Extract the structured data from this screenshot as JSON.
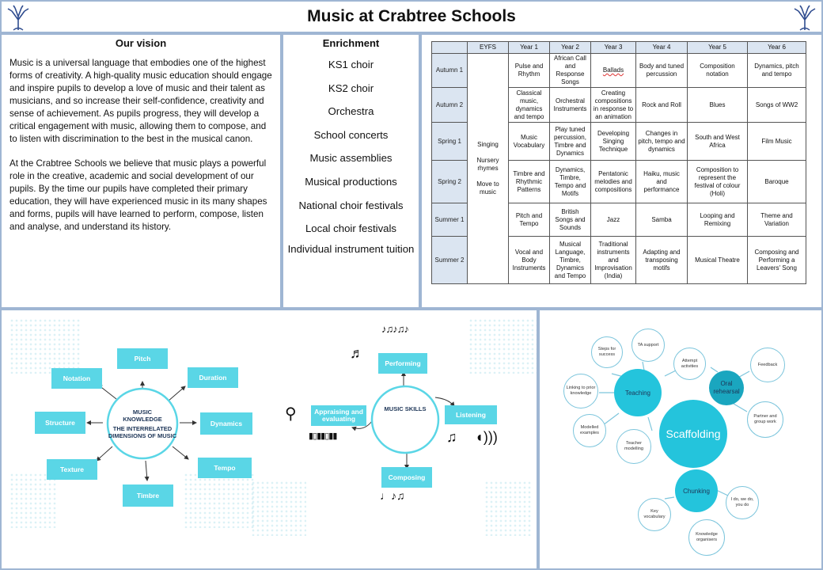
{
  "header": {
    "title": "Music at Crabtree Schools"
  },
  "vision": {
    "heading": "Our vision",
    "paragraph1": "Music is a universal language that embodies one of the highest forms of creativity.  A high-quality music education should engage and inspire pupils to develop a love of music and their talent as musicians, and so increase their self-confidence, creativity and sense of achievement.  As pupils progress, they will develop a critical engagement with music, allowing them to compose, and to  listen with discrimination to the  best in the musical canon.",
    "paragraph2": "At the Crabtree Schools we believe that music plays a powerful role in the creative, academic and social development  of our pupils.  By the time our pupils have completed their primary education, they will have experienced music in its many shapes and forms, pupils will have learned to perform, compose, listen and analyse, and understand its history."
  },
  "enrichment": {
    "heading": "Enrichment",
    "items": [
      "KS1 choir",
      "KS2 choir",
      "Orchestra",
      "School concerts",
      "Music assemblies",
      "Musical productions",
      "National choir festivals",
      "Local choir festivals",
      "Individual instrument tuition"
    ]
  },
  "curriculum": {
    "headers": [
      "",
      "EYFS",
      "Year 1",
      "Year 2",
      "Year 3",
      "Year 4",
      "Year 5",
      "Year 6"
    ],
    "eyfs": "Singing\n\nNursery rhymes\n\nMove to music",
    "rows": [
      {
        "term": "Autumn 1",
        "cells": [
          "Pulse and Rhythm",
          "African Call and Response Songs",
          "Ballads",
          "Body and tuned percussion",
          "Composition notation",
          "Dynamics, pitch and tempo"
        ]
      },
      {
        "term": "Autumn 2",
        "cells": [
          "Classical music, dynamics and tempo",
          "Orchestral Instruments",
          "Creating compositions in response to an animation",
          "Rock and Roll",
          "Blues",
          "Songs of WW2"
        ]
      },
      {
        "term": "Spring 1",
        "cells": [
          "Music Vocabulary",
          "Play tuned percussion, Timbre and Dynamics",
          "Developing Singing Technique",
          "Changes in pitch, tempo and dynamics",
          "South and West Africa",
          "Film Music"
        ]
      },
      {
        "term": "Spring 2",
        "cells": [
          "Timbre and Rhythmic Patterns",
          "Dynamics, Timbre, Tempo and Motifs",
          "Pentatonic melodies and compositions",
          "Haiku, music and performance",
          "Composition to represent the festival of colour (Holi)",
          "Baroque"
        ]
      },
      {
        "term": "Summer 1",
        "cells": [
          "Pitch and Tempo",
          "British Songs and Sounds",
          "Jazz",
          "Samba",
          "Looping and Remixing",
          "Theme and Variation"
        ]
      },
      {
        "term": "Summer 2",
        "cells": [
          "Vocal and Body Instruments",
          "Musical Language, Timbre, Dynamics and Tempo",
          "Traditional instruments and Improvisation (India)",
          "Adapting and transposing motifs",
          "Musical Theatre",
          "Composing and Performing a Leavers' Song"
        ]
      }
    ]
  },
  "dimensions": {
    "center_line1": "MUSIC KNOWLEDGE",
    "center_line2": "THE INTERRELATED DIMENSIONS OF MUSIC",
    "items": {
      "pitch": "Pitch",
      "duration": "Duration",
      "dynamics": "Dynamics",
      "tempo": "Tempo",
      "timbre": "Timbre",
      "texture": "Texture",
      "structure": "Structure",
      "notation": "Notation"
    }
  },
  "skills": {
    "center": "MUSIC SKILLS",
    "performing": "Performing",
    "listening": "Listening",
    "composing": "Composing",
    "appraising": "Appraising and evaluating"
  },
  "scaffolding": {
    "main": "Scaffolding",
    "teaching": "Teaching",
    "oral": "Oral rehearsal",
    "chunking": "Chunking",
    "satellites": {
      "steps": "Steps for success",
      "ta": "TA support",
      "attempt": "Attempt activities",
      "feedback": "Feedback",
      "linking": "Linking to prior knowledge",
      "partner": "Partner and group work",
      "modelled": "Modelled examples",
      "teacher": "Teacher modelling",
      "ido": "I do, we do, you do",
      "keyvocab": "Key vocabulary",
      "organisers": "Knowledge organisers"
    }
  },
  "colors": {
    "accent": "#5ad6e6",
    "border": "#9fb6d3",
    "scaffold_main": "#1fc4dc",
    "scaffold_teal": "#1aa6bf"
  }
}
